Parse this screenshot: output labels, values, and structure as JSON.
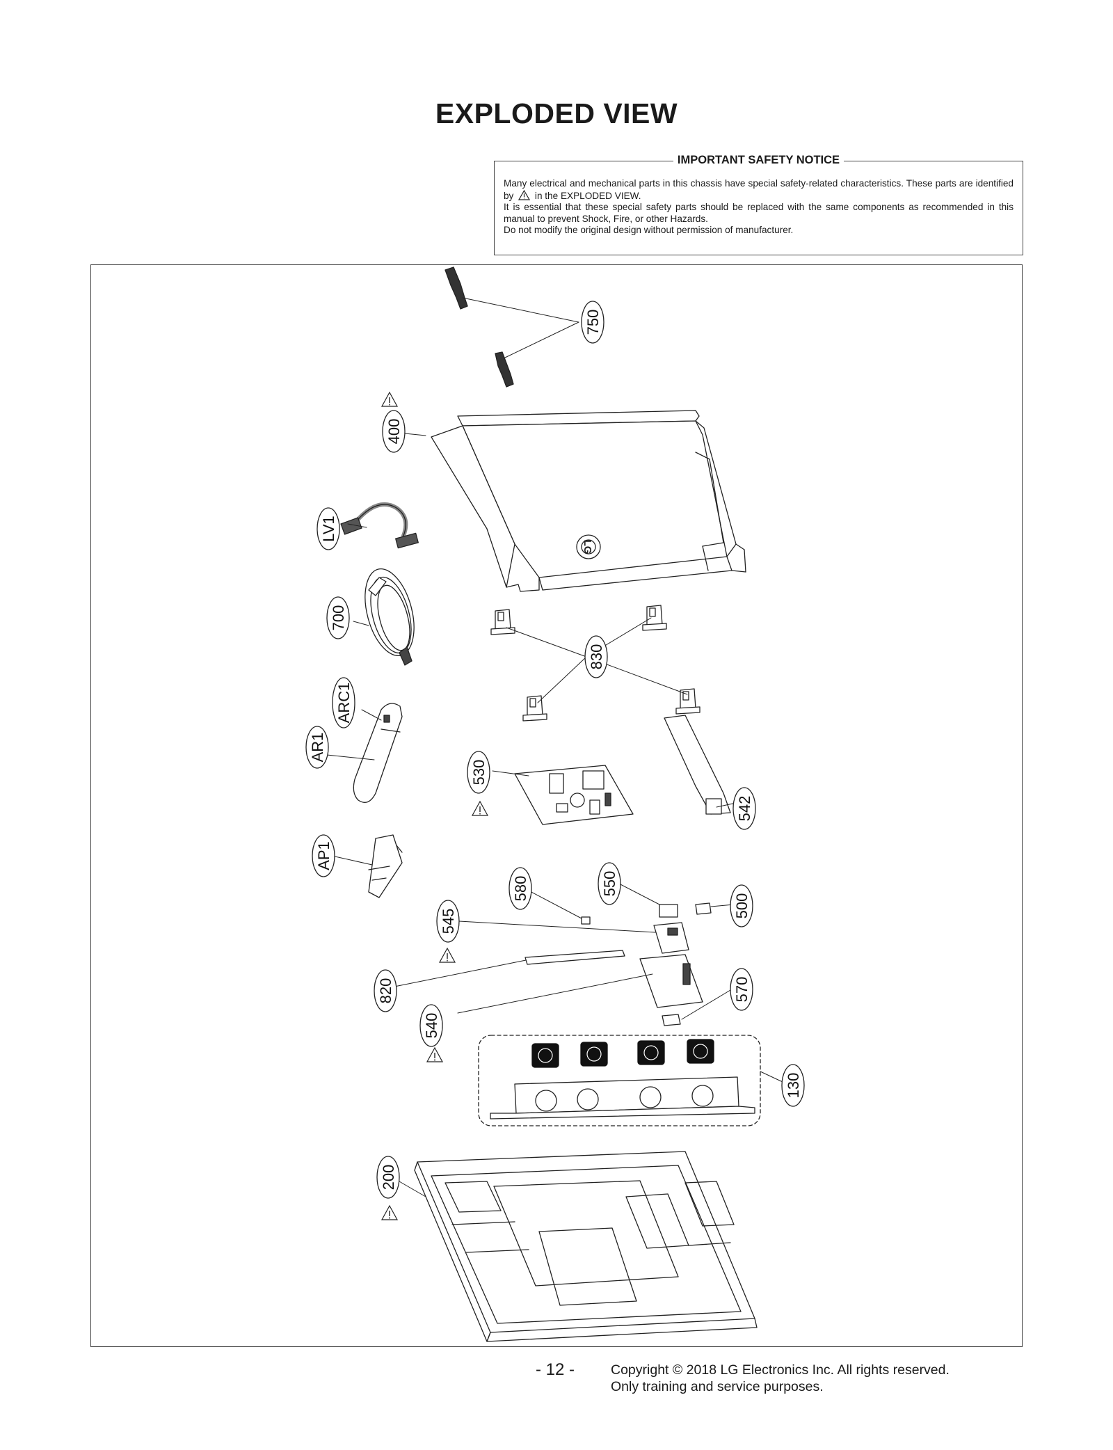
{
  "page": {
    "title": "EXPLODED VIEW",
    "page_number": "- 12 -",
    "copyright_line1": "Copyright © 2018 LG Electronics Inc. All rights reserved.",
    "copyright_line2": "Only training and service purposes."
  },
  "notice": {
    "heading": "IMPORTANT SAFETY NOTICE",
    "line1_prefix": "Many electrical and mechanical parts in this chassis have special safety-related characteristics. These parts are identified by",
    "line1_suffix": "in the EXPLODED VIEW.",
    "line2": "It is essential that these special safety parts should be replaced with the same components as recommended in this manual to prevent Shock, Fire, or other Hazards.",
    "line3": "Do not modify the original design without permission of manufacturer."
  },
  "parts": [
    {
      "id": "p750",
      "label": "750"
    },
    {
      "id": "p400",
      "label": "400"
    },
    {
      "id": "pLV1",
      "label": "LV1"
    },
    {
      "id": "p700",
      "label": "700"
    },
    {
      "id": "p830",
      "label": "830"
    },
    {
      "id": "pARC1",
      "label": "ARC1"
    },
    {
      "id": "pAR1",
      "label": "AR1"
    },
    {
      "id": "p530",
      "label": "530"
    },
    {
      "id": "p542",
      "label": "542"
    },
    {
      "id": "pAP1",
      "label": "AP1"
    },
    {
      "id": "p580",
      "label": "580"
    },
    {
      "id": "p550",
      "label": "550"
    },
    {
      "id": "p500",
      "label": "500"
    },
    {
      "id": "p545",
      "label": "545"
    },
    {
      "id": "p820",
      "label": "820"
    },
    {
      "id": "p570",
      "label": "570"
    },
    {
      "id": "p540",
      "label": "540"
    },
    {
      "id": "p130",
      "label": "130"
    },
    {
      "id": "p200",
      "label": "200"
    }
  ],
  "logo_text": "LG",
  "colors": {
    "line": "#222222",
    "frame": "#444444",
    "part_fill": "#ffffff",
    "speaker": "#111111"
  },
  "icons": {
    "safety_mark": "warning-triangle-icon"
  }
}
